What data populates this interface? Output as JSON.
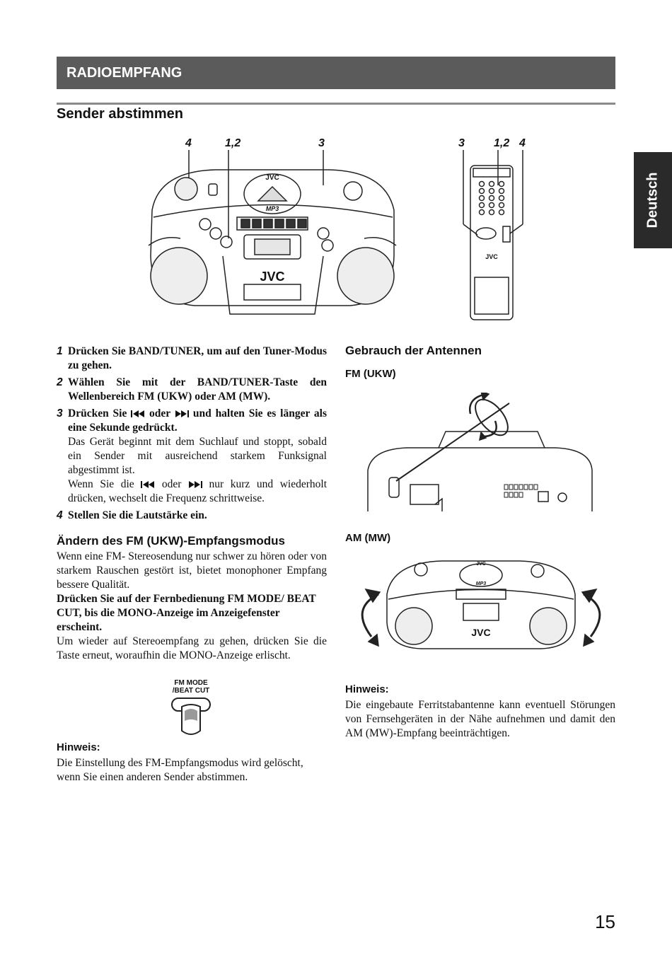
{
  "header": {
    "section_title": "RADIOEMPFANG",
    "subtitle": "Sender abstimmen",
    "side_tab": "Deutsch"
  },
  "figure_main": {
    "callouts_unit": [
      "4",
      "1,2",
      "3"
    ],
    "callouts_remote": [
      "3",
      "1,2",
      "4"
    ],
    "brand": "JVC",
    "mp3_logo": "MP3"
  },
  "steps": {
    "s1": {
      "num": "1",
      "text": "Drücken Sie BAND/TUNER, um auf den Tuner-Modus zu gehen."
    },
    "s2": {
      "num": "2",
      "text": "Wählen Sie mit der BAND/TUNER-Taste den Wellenbereich FM (UKW) oder AM (MW)."
    },
    "s3": {
      "num": "3",
      "bold_a": "Drücken Sie",
      "bold_b": "oder",
      "bold_c": "und halten Sie es länger als eine Sekunde gedrückt.",
      "para1": "Das Gerät beginnt mit dem Suchlauf und stoppt, sobald ein Sender mit ausreichend starkem Funksignal abgestimmt ist.",
      "para2_a": "Wenn Sie die",
      "para2_b": "oder",
      "para2_c": "nur kurz und wiederholt drücken, wechselt die Frequenz schrittweise."
    },
    "s4": {
      "num": "4",
      "text": "Stellen Sie die Lautstärke ein."
    }
  },
  "fm_mode": {
    "heading": "Ändern des FM (UKW)-Empfangsmodus",
    "intro": "Wenn eine FM- Stereosendung nur schwer zu hören oder von starkem Rauschen gestört ist, bietet monophoner Empfang bessere Qualität.",
    "instruction": "Drücken Sie auf der Fernbedienung FM MODE/ BEAT CUT, bis die MONO-Anzeige im Anzeigefenster erscheint.",
    "outro": "Um wieder auf Stereoempfang zu gehen, drücken Sie die Taste erneut, woraufhin die MONO-Anzeige erlischt.",
    "button_label_1": "FM MODE",
    "button_label_2": "/BEAT CUT"
  },
  "note_left": {
    "heading": "Hinweis:",
    "text": "Die Einstellung des FM-Empfangsmodus wird gelöscht, wenn Sie einen anderen Sender abstimmen."
  },
  "antennas": {
    "heading": "Gebrauch der Antennen",
    "fm_label": "FM (UKW)",
    "am_label": "AM (MW)",
    "brand": "JVC",
    "mp3_logo": "MP3"
  },
  "note_right": {
    "heading": "Hinweis:",
    "text": "Die eingebaute Ferritstabantenne kann eventuell Störungen von Fernsehgeräten in der Nähe aufnehmen und damit den AM (MW)-Empfang beeinträchtigen."
  },
  "footer": {
    "page_number": "15"
  }
}
